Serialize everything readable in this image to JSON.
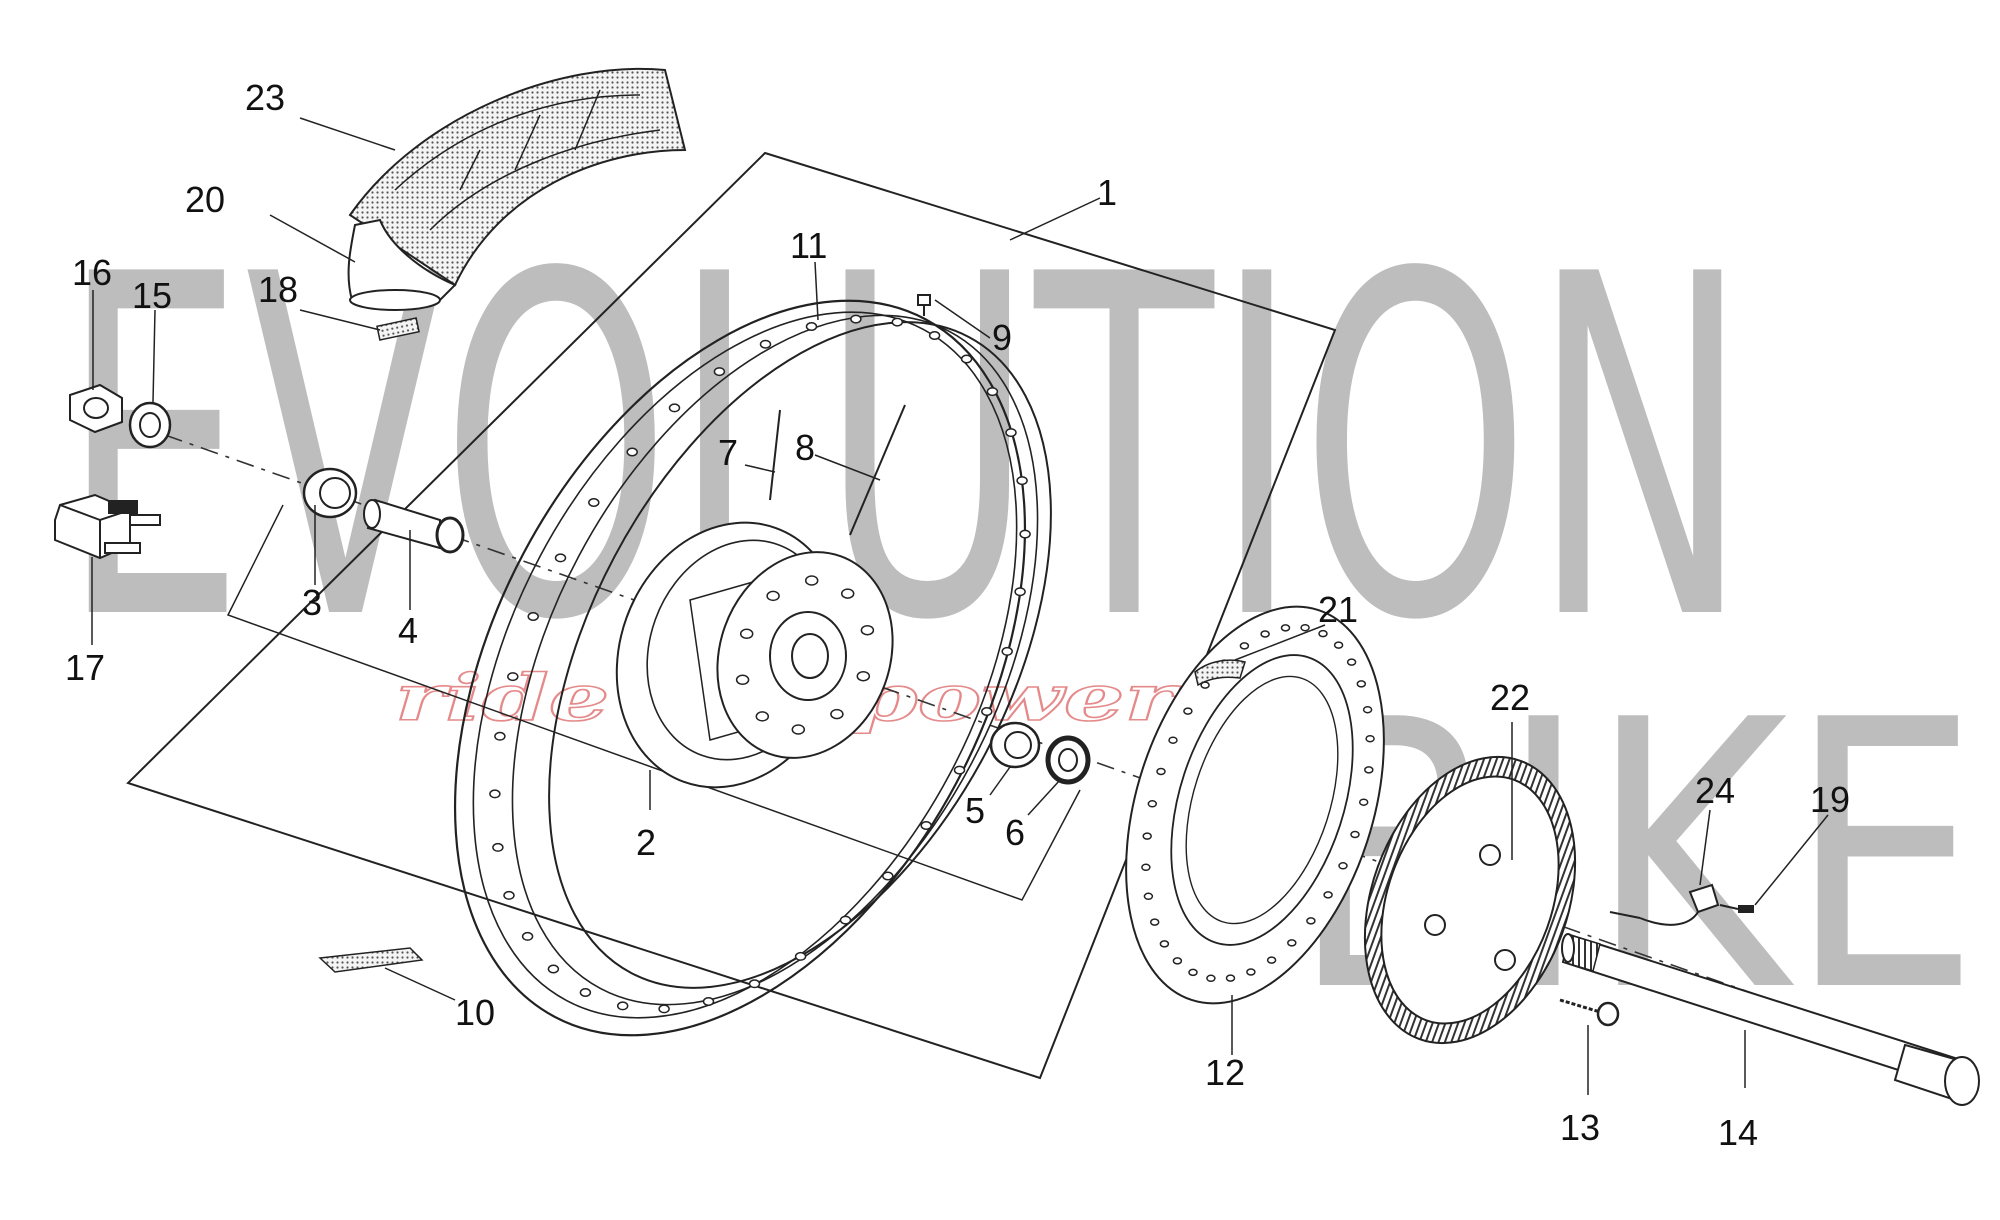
{
  "watermark": {
    "brand_line1": "EVOLUTION",
    "brand_line2": "BIKE",
    "slogan": "ride the power",
    "color": "#bdbdbd",
    "slogan_color": "#e58a8a"
  },
  "callouts": [
    {
      "id": "1",
      "label": "1"
    },
    {
      "id": "2",
      "label": "2"
    },
    {
      "id": "3",
      "label": "3"
    },
    {
      "id": "4",
      "label": "4"
    },
    {
      "id": "5",
      "label": "5"
    },
    {
      "id": "6",
      "label": "6"
    },
    {
      "id": "7",
      "label": "7"
    },
    {
      "id": "8",
      "label": "8"
    },
    {
      "id": "9",
      "label": "9"
    },
    {
      "id": "10",
      "label": "10"
    },
    {
      "id": "11",
      "label": "11"
    },
    {
      "id": "12",
      "label": "12"
    },
    {
      "id": "13",
      "label": "13"
    },
    {
      "id": "14",
      "label": "14"
    },
    {
      "id": "15",
      "label": "15"
    },
    {
      "id": "16",
      "label": "16"
    },
    {
      "id": "17",
      "label": "17"
    },
    {
      "id": "18",
      "label": "18"
    },
    {
      "id": "19",
      "label": "19"
    },
    {
      "id": "20",
      "label": "20"
    },
    {
      "id": "21",
      "label": "21"
    },
    {
      "id": "22",
      "label": "22"
    },
    {
      "id": "23",
      "label": "23"
    },
    {
      "id": "24",
      "label": "24"
    }
  ]
}
